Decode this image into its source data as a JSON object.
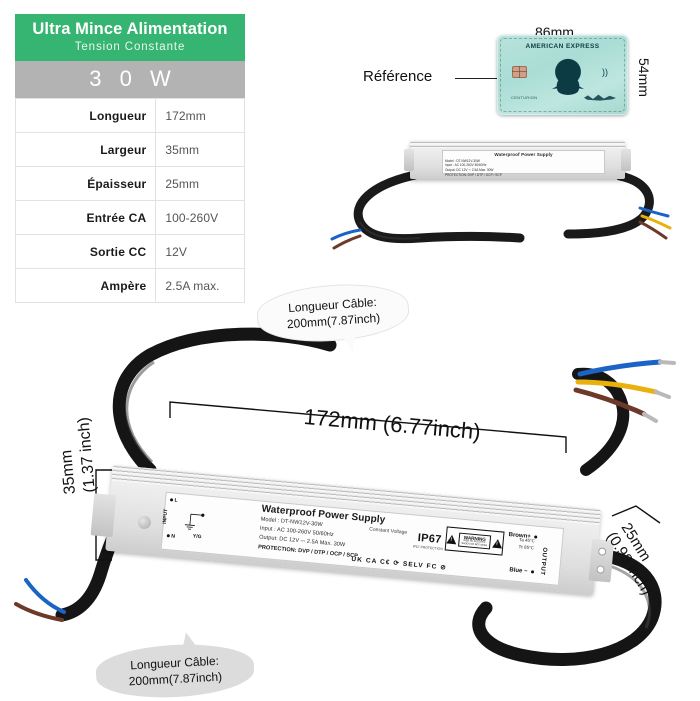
{
  "spec_panel": {
    "title": "Ultra Mince Alimentation",
    "subtitle": "Tension Constante",
    "wattage": "3 0 W",
    "header_color": "#35b472",
    "watt_bar_color": "#b3b3b3",
    "rows": [
      {
        "key": "Longueur",
        "value": "172mm"
      },
      {
        "key": "Largeur",
        "value": "35mm"
      },
      {
        "key": "Épaisseur",
        "value": "25mm"
      },
      {
        "key": "Entrée CA",
        "value": "100-260V"
      },
      {
        "key": "Sortie CC",
        "value": "12V"
      },
      {
        "key": "Ampère",
        "value": "2.5A max."
      }
    ]
  },
  "reference": {
    "label": "Référence",
    "card_width_label": "86mm",
    "card_height_label": "54mm",
    "card_brand": "AMERICAN EXPRESS",
    "card_microtext": "CENTURION"
  },
  "dimensions": {
    "length": "172mm (6.77inch)",
    "width_line1": "35mm",
    "width_line2": "(1.37 inch)",
    "thickness_line1": "25mm",
    "thickness_line2": "(0.98 inch)"
  },
  "callouts": {
    "cable_top_line1": "Longueur Câble:",
    "cable_top_line2": "200mm(7.87inch)",
    "cable_bottom_line1": "Longueur Câble:",
    "cable_bottom_line2": "200mm(7.87inch)"
  },
  "device_label": {
    "title": "Waterproof Power Supply",
    "model": "Model :  DT-NW12V-30W",
    "constant": "Constant Voltage",
    "input": "Input  :  AC 100-260V   50/60Hz",
    "output": "Output:  DC 12V  ⎓  2.5A Max.  30W",
    "protection": "PROTECTION: DVP / DTP / OCP / SCP",
    "ip_rating": "IP67",
    "ip_sub": "IP67 PROTECTION",
    "warning": "WARNING",
    "warning_sub": "RISK OF ELECTRIC SHOCK DO NOT OPEN",
    "temp_ta": "Ta  45°C",
    "temp_tc": "Tc  85°C",
    "certs": "UK CA   C€   ⟳   SELV  FC   ⊘",
    "input_l": "L",
    "input_n": "N",
    "input_word": "INPUT",
    "input_ground": "Y/G",
    "output_brown": "Brown+",
    "output_blue": "Blue −",
    "output_word": "OUTPUT"
  },
  "colors": {
    "green": "#35b472",
    "gray": "#b3b3b3",
    "wire_blue": "#1b63c4",
    "wire_brown": "#6d3a2a",
    "wire_yellow": "#e8b10e",
    "cable_black": "#1a1a1a",
    "card_teal": "#b0e0d8"
  }
}
